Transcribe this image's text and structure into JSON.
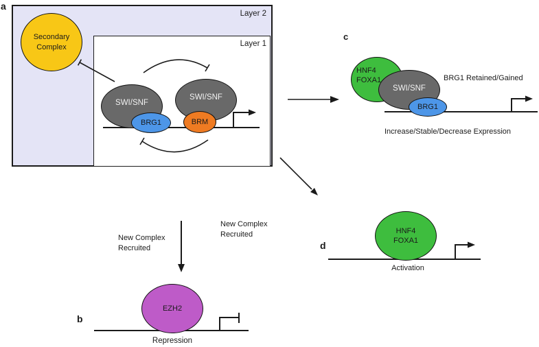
{
  "colors": {
    "layer2_fill": "#E4E4F6",
    "layer1_fill": "#FFFFFF",
    "secondary_complex_fill": "#F8C716",
    "swisnf_fill": "#696969",
    "brg1_fill": "#4D96E8",
    "brm_fill": "#EF7B22",
    "hnf4_foxa1_fill": "#3EBD3E",
    "ezh2_fill": "#BE5BC8",
    "line_color": "#1a1a1a"
  },
  "panel_a": {
    "label": "a",
    "layer2_label": "Layer 2",
    "layer1_label": "Layer 1",
    "secondary_complex": "Secondary\nComplex",
    "swisnf_left": "SWI/SNF",
    "swisnf_right": "SWI/SNF",
    "brg1": "BRG1",
    "brm": "BRM"
  },
  "panel_b": {
    "label": "b",
    "new_complex_left": "New Complex\nRecruited",
    "new_complex_right": "New Complex\nRecruited",
    "ezh2": "EZH2",
    "caption": "Repression"
  },
  "panel_c": {
    "label": "c",
    "hnf4_foxa1": "HNF4\nFOXA1",
    "swisnf": "SWI/SNF",
    "brg1": "BRG1",
    "annotation": "BRG1 Retained/Gained",
    "caption": "Increase/Stable/Decrease Expression"
  },
  "panel_d": {
    "label": "d",
    "hnf4_foxa1": "HNF4\nFOXA1",
    "caption": "Activation"
  }
}
